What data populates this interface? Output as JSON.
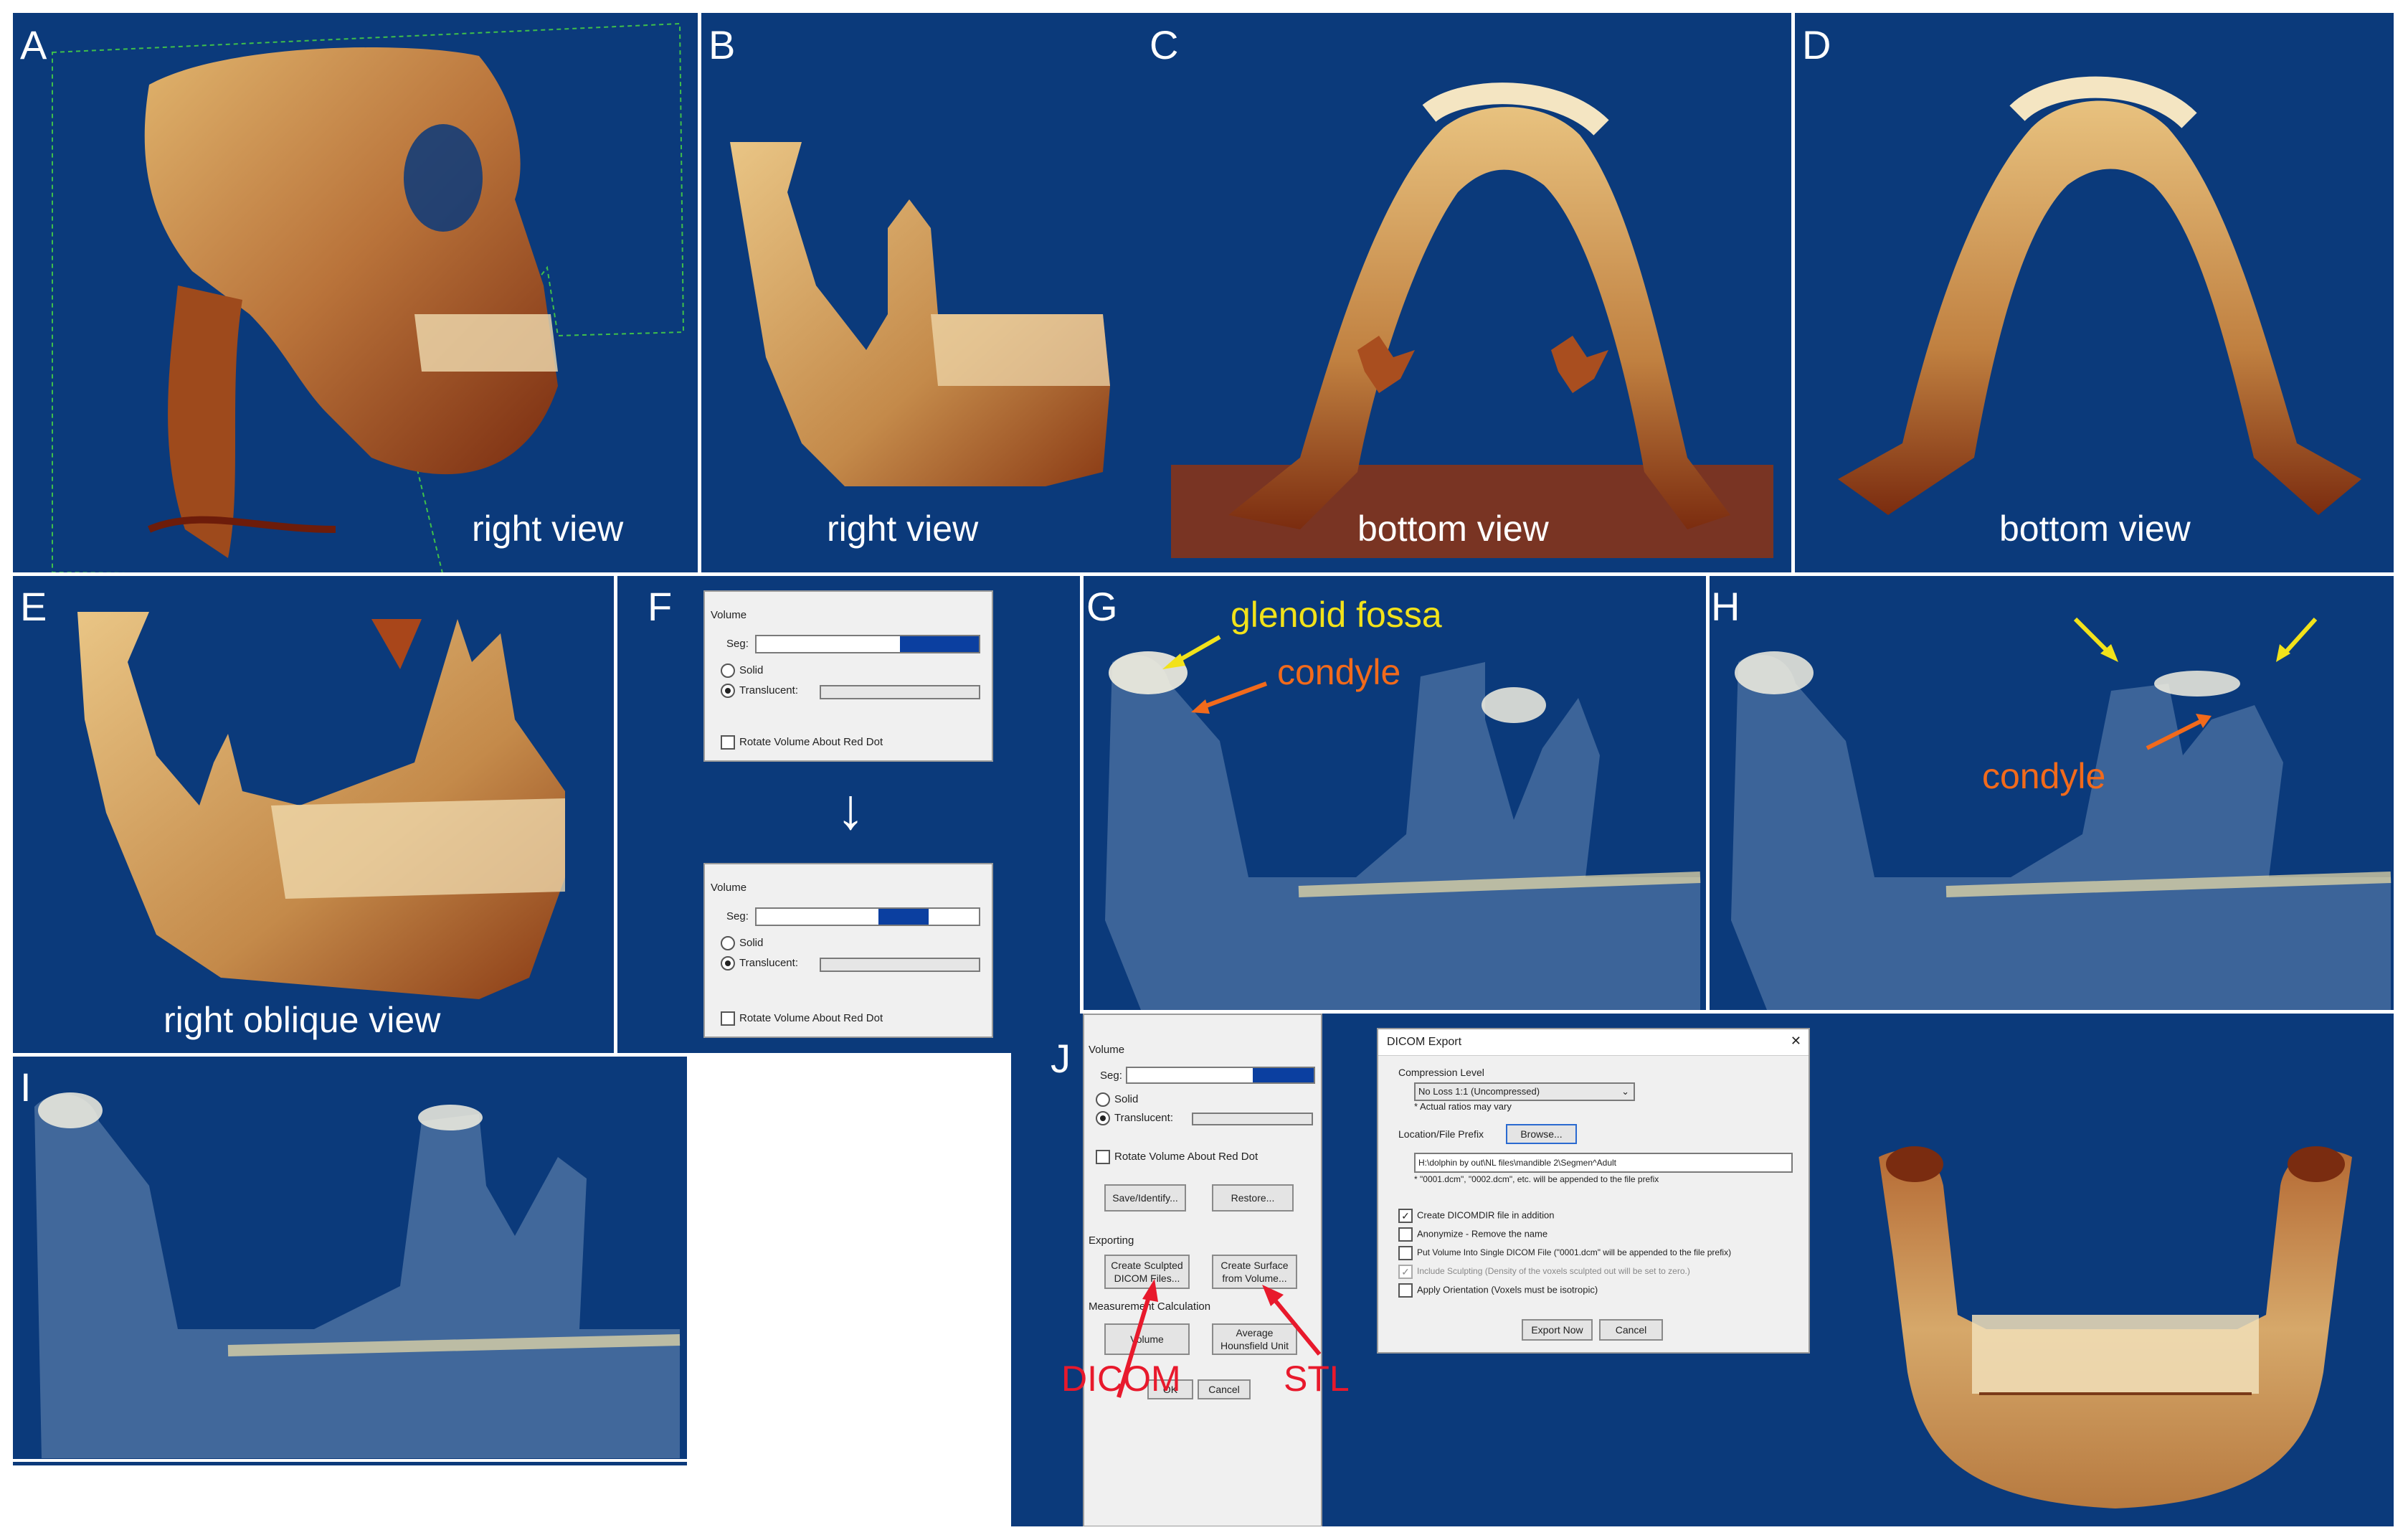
{
  "panels": {
    "A": {
      "letter": "A",
      "caption": "right view"
    },
    "B": {
      "letter": "B",
      "caption": "right view"
    },
    "C": {
      "letter": "C",
      "caption": "bottom view"
    },
    "D": {
      "letter": "D",
      "caption": "bottom view"
    },
    "E": {
      "letter": "E",
      "caption": "right oblique view"
    },
    "F": {
      "letter": "F"
    },
    "G": {
      "letter": "G",
      "glenoid": "glenoid fossa",
      "condyle": "condyle"
    },
    "H": {
      "letter": "H",
      "condyle": "condyle"
    },
    "I": {
      "letter": "I"
    },
    "J": {
      "letter": "J",
      "dicom": "DICOM",
      "stl": "STL"
    }
  },
  "volume_ui": {
    "group": "Volume",
    "seg": "Seg:",
    "solid": "Solid",
    "translucent": "Translucent:",
    "rotate": "Rotate Volume About Red Dot",
    "save": "Save/Identify...",
    "restore": "Restore...",
    "exporting": "Exporting",
    "create_dicom": "Create Sculpted DICOM Files...",
    "create_surface": "Create Surface from Volume...",
    "measurement": "Measurement Calculation",
    "volume_btn": "Volume",
    "average": "Average Hounsfield Unit",
    "ok": "OK",
    "cancel": "Cancel"
  },
  "dicom_export": {
    "title": "DICOM Export",
    "close": "✕",
    "compression_label": "Compression Level",
    "compression_value": "No Loss 1:1 (Uncompressed)",
    "ratio_note": "* Actual ratios may vary",
    "location_label": "Location/File Prefix",
    "browse": "Browse...",
    "path": "H:\\dolphin by out\\NL files\\mandible 2\\Segmen^Adult",
    "suffix_note": "* \"0001.dcm\", \"0002.dcm\", etc. will be appended to the file prefix",
    "opt1": "Create DICOMDIR file in addition",
    "opt2": "Anonymize - Remove the name",
    "opt3": "Put Volume Into Single DICOM File (\"0001.dcm\" will be appended to the file prefix)",
    "opt4": "Include Sculpting (Density of the voxels sculpted out will be set to zero.)",
    "opt5": "Apply Orientation (Voxels must be isotropic)",
    "export_now": "Export Now",
    "cancel": "Cancel"
  },
  "colors": {
    "background": "#0b3a7b",
    "bone": "#c99a56",
    "bone_dark": "#8a3a14",
    "annotation_yellow": "#f2e21a",
    "annotation_orange": "#f26a1b",
    "annotation_red": "#e8192c"
  }
}
